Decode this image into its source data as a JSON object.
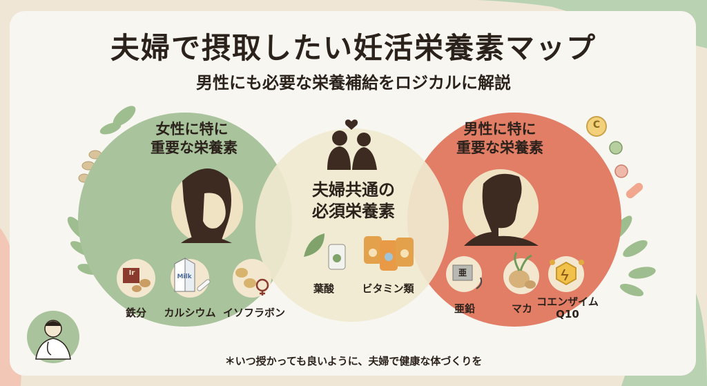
{
  "title": "夫婦で摂取したい妊活栄養素マップ",
  "subtitle": "男性にも必要な栄養補給をロジカルに解説",
  "women": {
    "heading_line1": "女性に特に",
    "heading_line2": "重要な栄養素",
    "items": [
      "鉄分",
      "カルシウム",
      "イソフラボン"
    ],
    "iron_symbol": "Ir",
    "milk_text": "Milk"
  },
  "common": {
    "heading_line1": "夫婦共通の",
    "heading_line2": "必須栄養素",
    "items": [
      "葉酸",
      "ビタミン類"
    ]
  },
  "men": {
    "heading_line1": "男性に特に",
    "heading_line2": "重要な栄養素",
    "items": [
      "亜鉛",
      "マカ"
    ],
    "coq10_line1": "コエンザイム",
    "coq10_line2": "Q10",
    "zinc_symbol": "亜"
  },
  "decor_vitamin_letter": "C",
  "footnote": "＊いつ授かっても良いように、夫婦で健康な体づくりを",
  "colors": {
    "women_circle": "#a9c39c",
    "men_circle": "#e27d66",
    "common_circle": "#efe9cf",
    "text": "#2c221c",
    "silhouette": "#3d2b22"
  }
}
